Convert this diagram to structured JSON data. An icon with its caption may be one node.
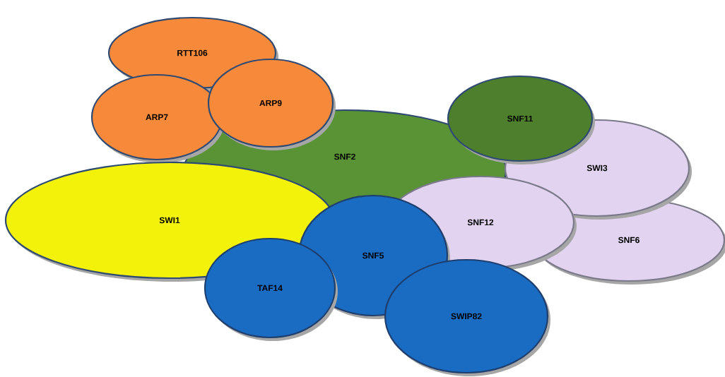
{
  "diagram": {
    "nodes": [
      {
        "text": [
          "RTT106"
        ]
      },
      {
        "text": [
          "ARP7"
        ]
      },
      {
        "text": [
          "ARP9"
        ]
      },
      {
        "text": [
          "SNF11"
        ]
      },
      {
        "text": [
          "SNF2"
        ]
      },
      {
        "text": [
          "SWI3"
        ]
      },
      {
        "text": [
          "SWI1"
        ]
      },
      {
        "text": [
          "SNF12"
        ]
      },
      {
        "text": [
          "SNF6"
        ]
      },
      {
        "text": [
          "SNF5"
        ]
      },
      {
        "text": [
          "TAF14"
        ]
      },
      {
        "text": [
          "SWIP82"
        ]
      }
    ]
  }
}
